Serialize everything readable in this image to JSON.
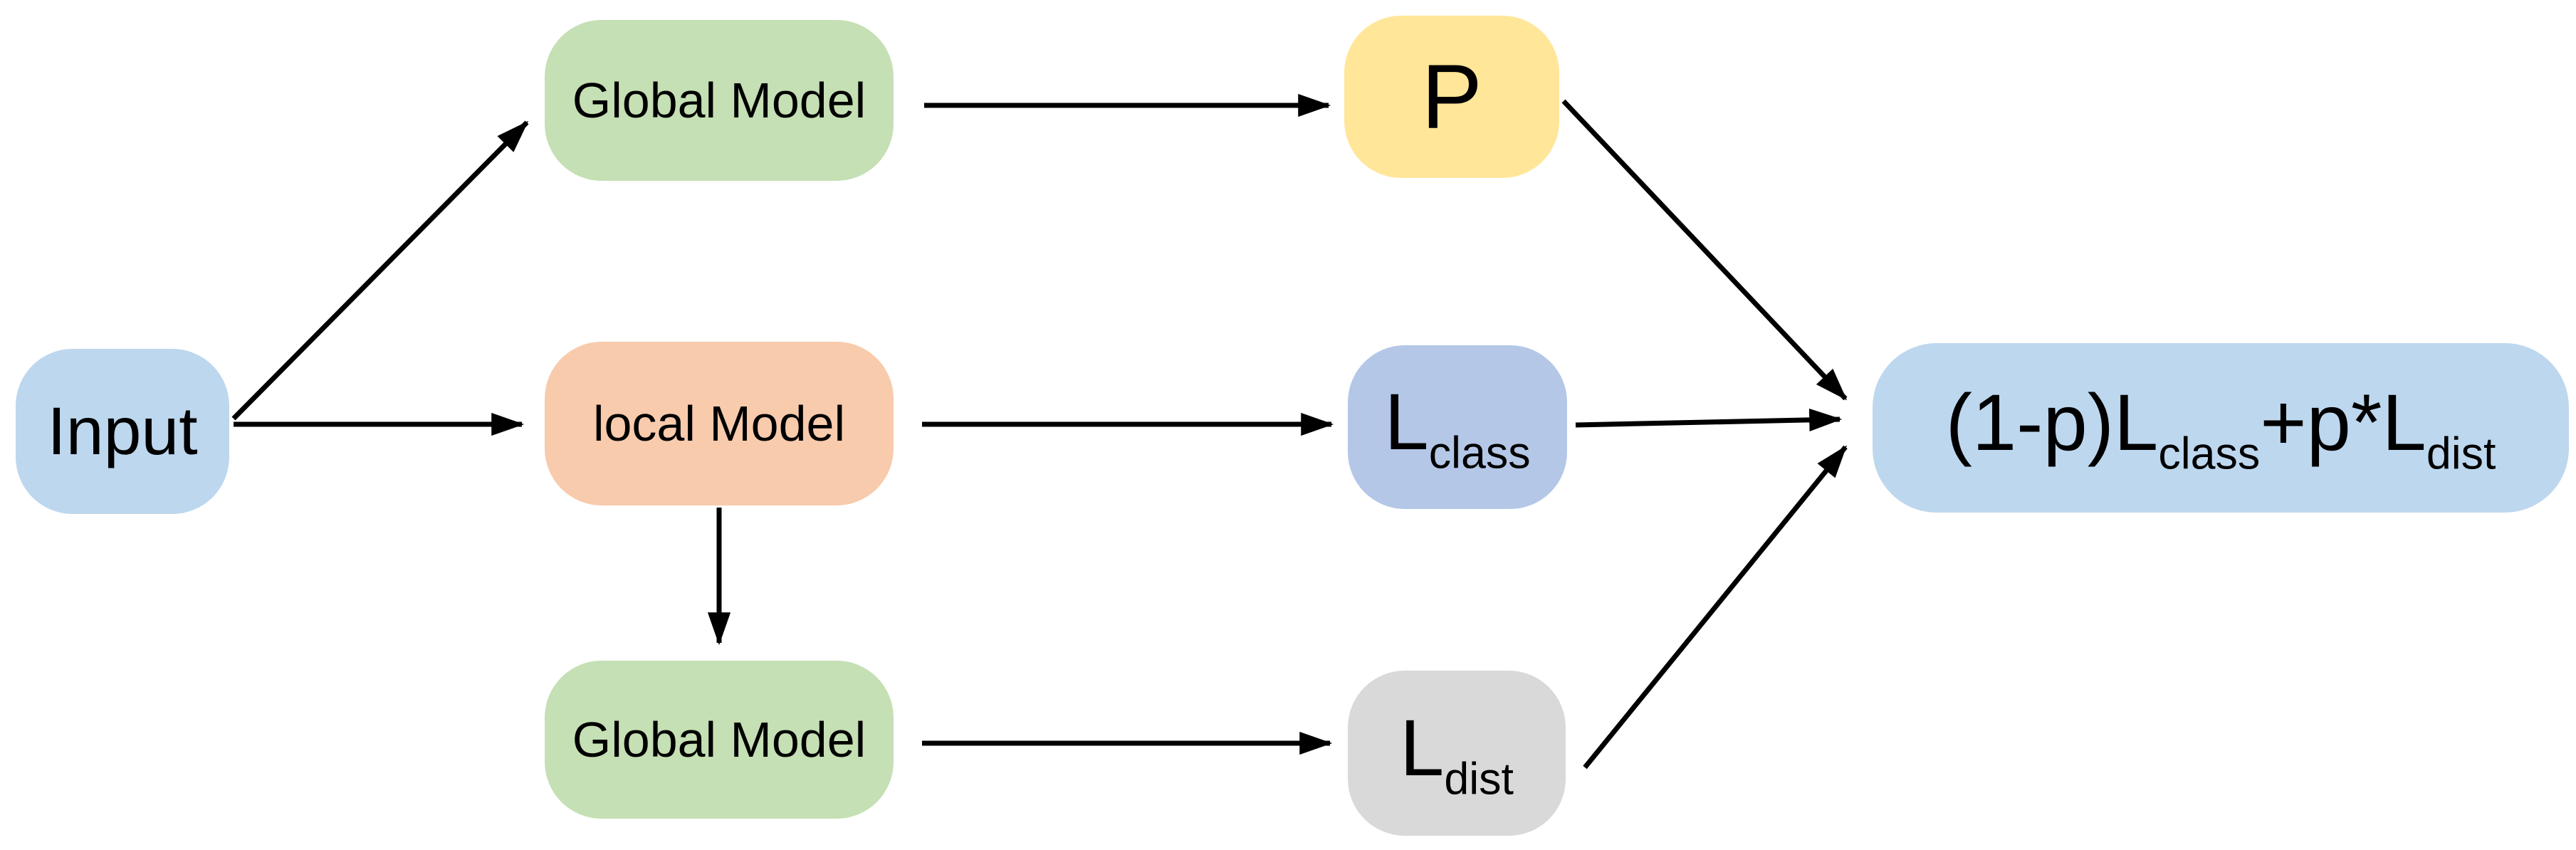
{
  "diagram": {
    "background": "#FFFFFF",
    "arrow_color": "#000000",
    "nodes": {
      "input": {
        "label": "Input",
        "color": "#BDD7EE"
      },
      "global_model_top": {
        "label": "Global Model",
        "color": "#C5E0B4"
      },
      "p_output": {
        "label": "P",
        "color": "#FFE699"
      },
      "local_model": {
        "label": "local Model",
        "color": "#F8CBAD"
      },
      "l_class": {
        "main": "L",
        "sub": "class",
        "color": "#B4C7E7"
      },
      "global_model_bottom": {
        "label": "Global Model",
        "color": "#C5E0B4"
      },
      "l_dist": {
        "main": "L",
        "sub": "dist",
        "color": "#D9D9D9"
      },
      "loss": {
        "part1": "(1-p)L",
        "sub1": "class",
        "part2": "+p*L",
        "sub2": "dist",
        "color": "#BDD7EE"
      }
    },
    "edges": [
      {
        "from": "input",
        "to": "global_model_top"
      },
      {
        "from": "input",
        "to": "local_model"
      },
      {
        "from": "global_model_top",
        "to": "p_output"
      },
      {
        "from": "local_model",
        "to": "l_class"
      },
      {
        "from": "local_model",
        "to": "global_model_bottom"
      },
      {
        "from": "global_model_bottom",
        "to": "l_dist"
      },
      {
        "from": "p_output",
        "to": "loss"
      },
      {
        "from": "l_class",
        "to": "loss"
      },
      {
        "from": "l_dist",
        "to": "loss"
      }
    ]
  }
}
